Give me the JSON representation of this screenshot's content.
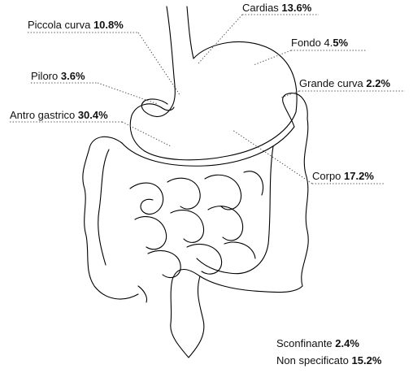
{
  "labels": [
    {
      "id": "piccola-curva",
      "name": "Piccola curva",
      "value": "10.8%"
    },
    {
      "id": "cardias",
      "name": "Cardias",
      "value": "13.6%"
    },
    {
      "id": "fondo",
      "name": "Fondo 4.",
      "value": "5%"
    },
    {
      "id": "piloro",
      "name": "Piloro",
      "value": "3.6%"
    },
    {
      "id": "grande-curva",
      "name": "Grande curva",
      "value": "2.2%"
    },
    {
      "id": "antro-gastrico",
      "name": "Antro gastrico",
      "value": "30.4%"
    },
    {
      "id": "corpo",
      "name": "Corpo",
      "value": "17.2%"
    },
    {
      "id": "sconfinante",
      "name": "Sconfinante",
      "value": "2.4%"
    },
    {
      "id": "non-specificato",
      "name": "Non specificato",
      "value": "15.2%"
    }
  ],
  "colors": {
    "stroke": "#000000",
    "leader": "#555555",
    "text": "#111111"
  }
}
